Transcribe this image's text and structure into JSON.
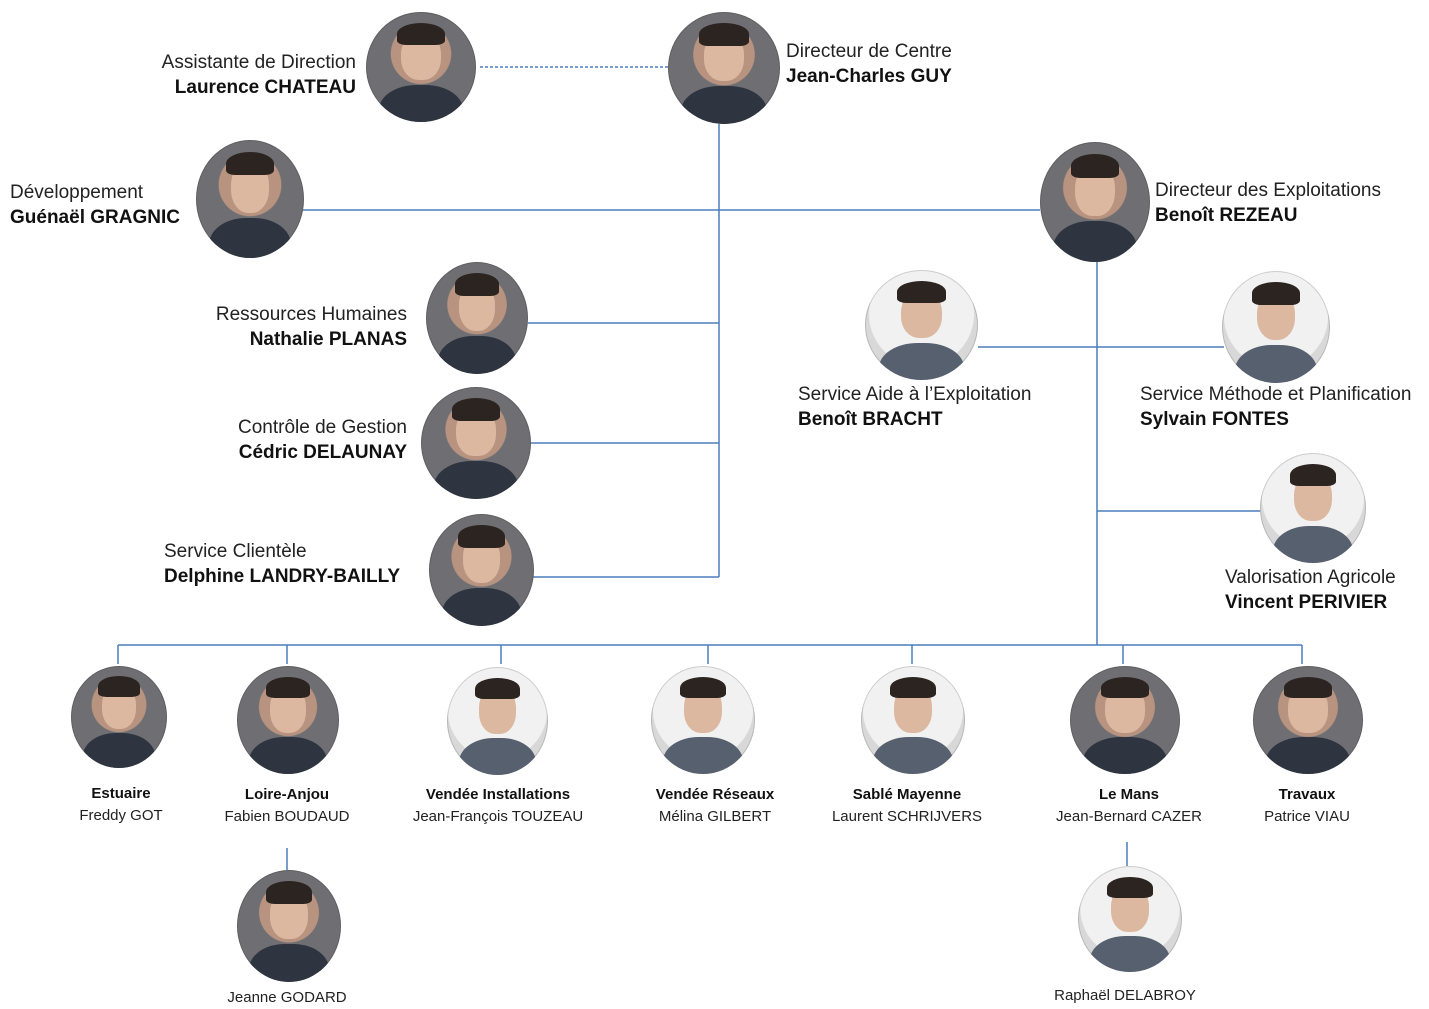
{
  "people": {
    "director": {
      "role": "Directeur de Centre",
      "name": "Jean-Charles GUY"
    },
    "assistant": {
      "role": "Assistante de Direction",
      "name": "Laurence CHATEAU"
    },
    "development": {
      "role": "Développement",
      "name": "Guénaël GRAGNIC"
    },
    "operations_director": {
      "role": "Directeur des Exploitations",
      "name": "Benoît REZEAU"
    },
    "hr": {
      "role": "Ressources Humaines",
      "name": "Nathalie PLANAS"
    },
    "control": {
      "role": "Contrôle de Gestion",
      "name": "Cédric DELAUNAY"
    },
    "customer": {
      "role": "Service Clientèle",
      "name": "Delphine LANDRY-BAILLY"
    },
    "ops_support": {
      "role": "Service Aide à l’Exploitation",
      "name": "Benoît BRACHT"
    },
    "methods": {
      "role": "Service Méthode et Planification",
      "name": "Sylvain FONTES"
    },
    "agri": {
      "role": "Valorisation Agricole",
      "name": "Vincent PERIVIER"
    }
  },
  "branches": [
    {
      "unit": "Estuaire",
      "name": "Freddy GOT"
    },
    {
      "unit": "Loire-Anjou",
      "name": "Fabien BOUDAUD"
    },
    {
      "unit": "Vendée Installations",
      "name": "Jean-François TOUZEAU"
    },
    {
      "unit": "Vendée Réseaux",
      "name": "Mélina GILBERT"
    },
    {
      "unit": "Sablé Mayenne",
      "name": "Laurent SCHRIJVERS"
    },
    {
      "unit": "Le Mans",
      "name": "Jean-Bernard CAZER"
    },
    {
      "unit": "Travaux",
      "name": "Patrice VIAU"
    }
  ],
  "sub_branches": {
    "loire_anjou": {
      "name": "Jeanne GODARD"
    },
    "le_mans": {
      "name": "Raphaël DELABROY"
    }
  },
  "colors": {
    "connector": "#4a7ebb",
    "dashed_connector": "#4a7ebb"
  }
}
